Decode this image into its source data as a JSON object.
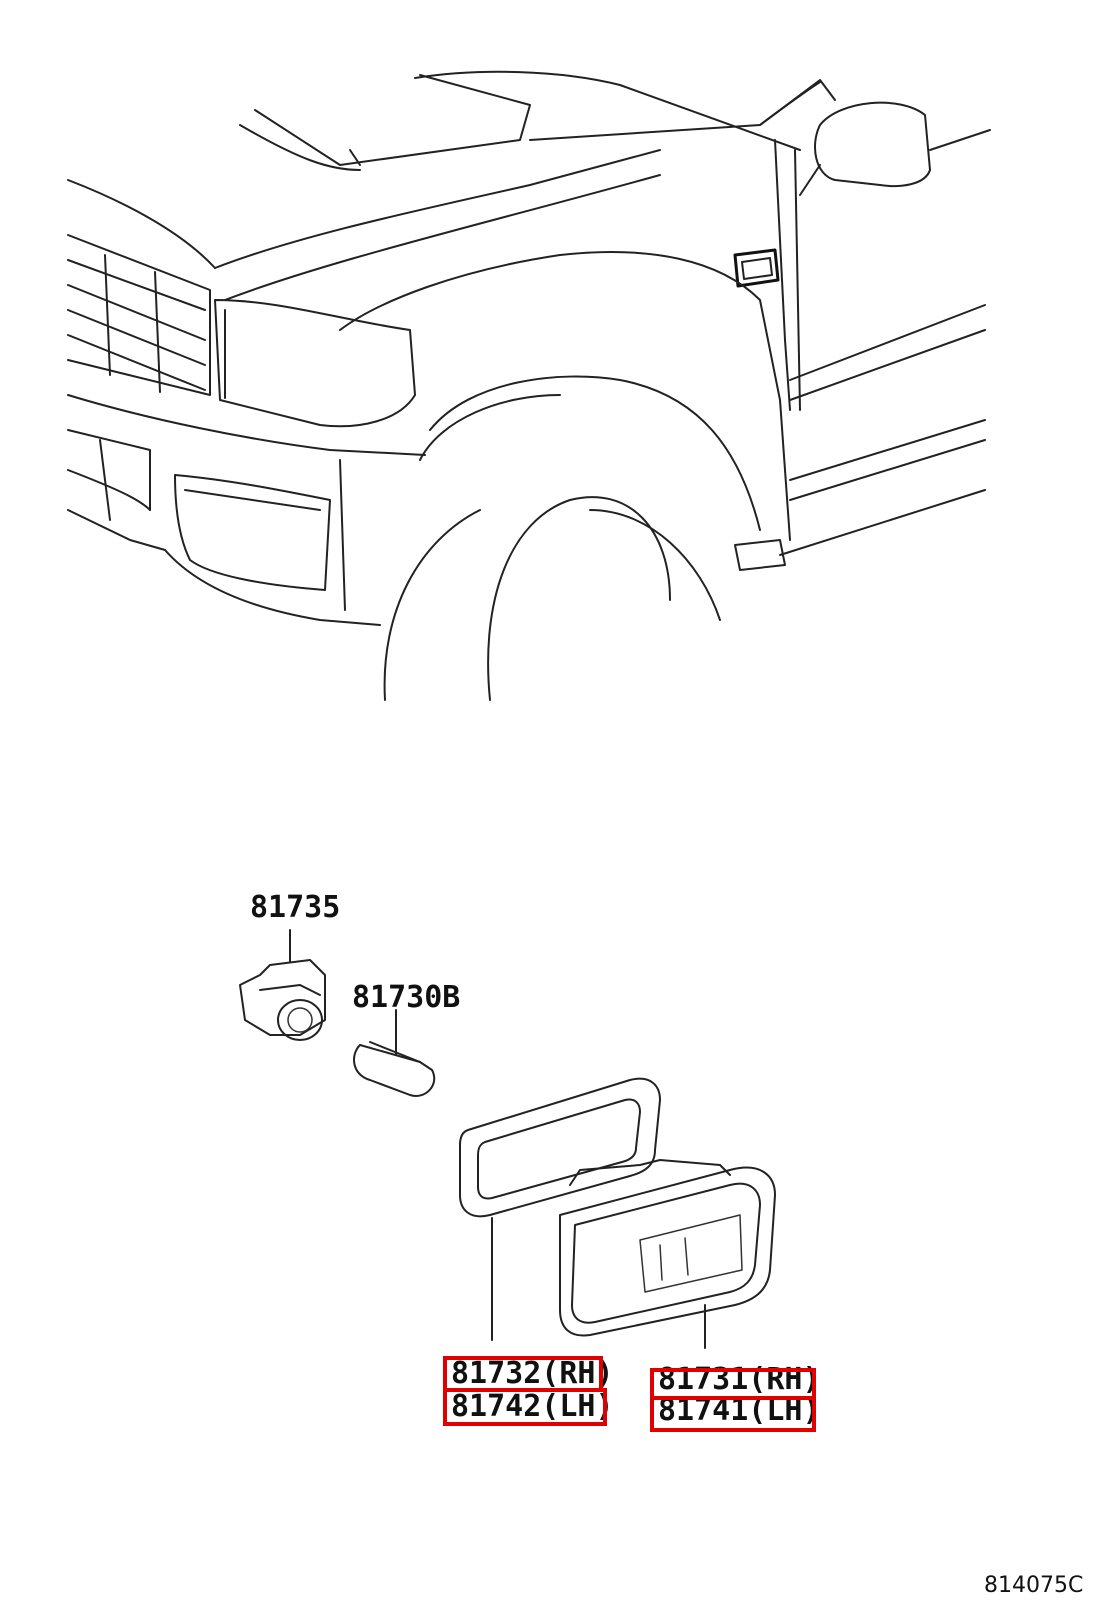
{
  "diagram_id": "814075C",
  "highlight_color": "#e00000",
  "parts": {
    "socket": "81735",
    "bulb": "81730B",
    "gasket_rh": "81732(RH)",
    "gasket_lh": "81742(LH)",
    "lamp_rh": "81731(RH)",
    "lamp_lh": "81741(LH)"
  }
}
